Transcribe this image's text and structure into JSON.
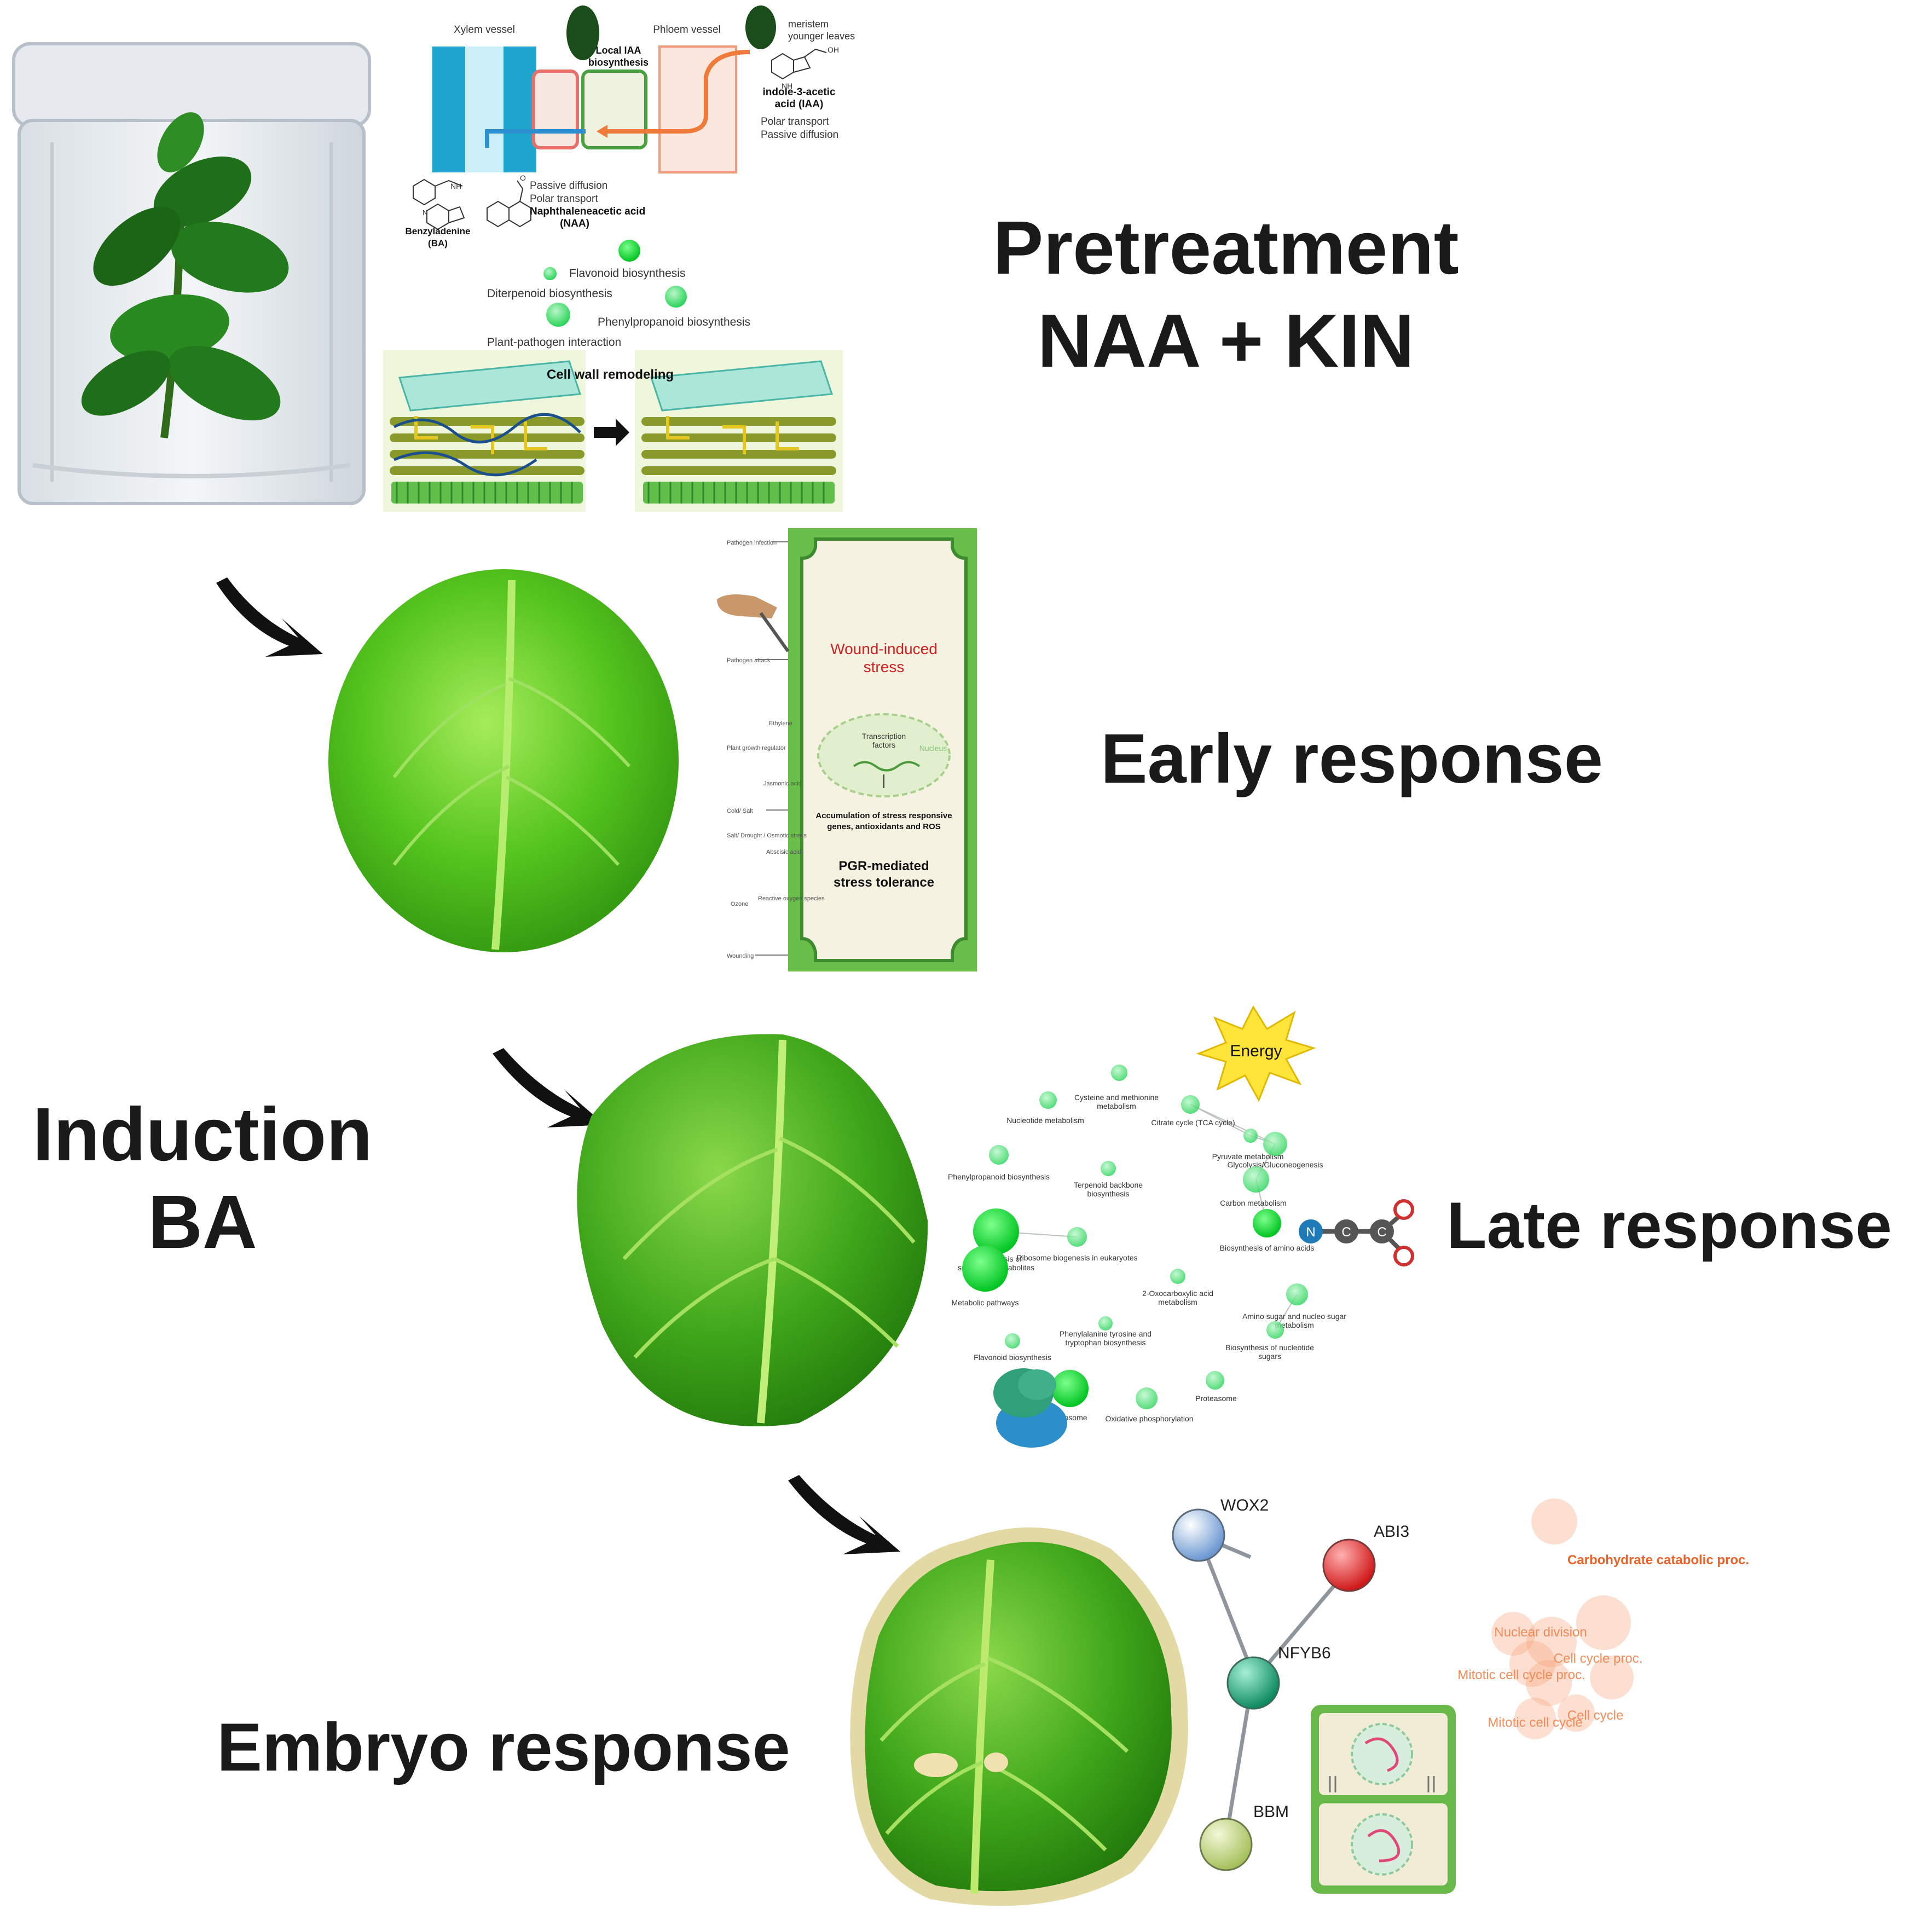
{
  "stages": {
    "pretreatment_line1": "Pretreatment",
    "pretreatment_line2": "NAA + KIN",
    "early": "Early response",
    "induction_line1": "Induction",
    "induction_line2": "BA",
    "late": "Late response",
    "embryo": "Embryo response"
  },
  "auxin_panel": {
    "xylem": "Xylem vessel",
    "phloem": "Phloem vessel",
    "local_iaa_1": "Local IAA",
    "local_iaa_2": "biosynthesis",
    "meristem_1": "meristem",
    "meristem_2": "younger leaves",
    "iaa_1": "indole-3-acetic",
    "iaa_2": "acid (IAA)",
    "polar": "Polar transport",
    "passive": "Passive diffusion",
    "ba_1": "Benzyladenine",
    "ba_2": "(BA)",
    "naa_passive": "Passive diffusion",
    "naa_polar": "Polar transport",
    "naa_1": "Naphthaleneacetic acid",
    "naa_2": "(NAA)",
    "flavonoid": "Flavonoid biosynthesis",
    "diterpenoid": "Diterpenoid biosynthesis",
    "phenylpropanoid": "Phenylpropanoid biosynthesis",
    "pathogen": "Plant-pathogen interaction",
    "cell_wall": "Cell wall remodeling",
    "nh": "NH",
    "n": "N",
    "oh": "OH",
    "o": "O"
  },
  "stress_panel": {
    "wound_1": "Wound-induced",
    "wound_2": "stress",
    "tf_1": "Transcription",
    "tf_2": "factors",
    "nucleus": "Nucleus",
    "accum_1": "Accumulation of stress responsive",
    "accum_2": "genes, antioxidants and ROS",
    "pgr_1": "PGR-mediated",
    "pgr_2": "stress tolerance",
    "side": [
      "Pathogen infection",
      "Pathogen attack",
      "Ethylene",
      "Plant growth regulator",
      "Jasmonic acid",
      "Cold/ Salt",
      "Salt/ Drought / Osmotic stress",
      "Abscisic acid",
      "Ozone",
      "Reactive oxygen species",
      "Wounding"
    ]
  },
  "late_panel": {
    "energy": "Energy",
    "pathways": [
      "Cysteine and methionine metabolism",
      "Nucleotide metabolism",
      "Citrate cycle (TCA cycle)",
      "Pyruvate metabolism",
      "Glycolysis/Gluconeogenesis",
      "Phenylpropanoid biosynthesis",
      "Terpenoid backbone biosynthesis",
      "Carbon metabolism",
      "Biosynthesis of amino acids",
      "Biosynthesis of secondary metabolites",
      "Ribosome biogenesis in eukaryotes",
      "Metabolic pathways",
      "2-Oxocarboxylic acid metabolism",
      "Amino sugar and nucleo sugar metabolism",
      "Phenylalanine tyrosine and tryptophan biosynthesis",
      "Biosynthesis of nucleotide sugars",
      "Flavonoid biosynthesis",
      "Proteasome",
      "Ribosome",
      "Oxidative phosphorylation"
    ],
    "atom_n": "N",
    "atom_c": "C"
  },
  "embryo_panel": {
    "genes": [
      "WOX2",
      "ABI3",
      "NFYB6",
      "BBM"
    ],
    "gene_colors": [
      "#7fa6d8",
      "#d82828",
      "#1a9a70",
      "#b6cc70"
    ],
    "go_terms": [
      "Carbohydrate catabolic proc.",
      "Nuclear division",
      "Cell cycle proc.",
      "Mitotic cell cycle proc.",
      "Cell cycle",
      "Mitotic cell cycle"
    ]
  },
  "colors": {
    "leaf": "#52c41f",
    "leaf_light": "#8fe04a",
    "arrow": "#111111",
    "accent_green": "#22dd44",
    "go_orange": "#ec6a22",
    "wound_red": "#cc2222"
  }
}
